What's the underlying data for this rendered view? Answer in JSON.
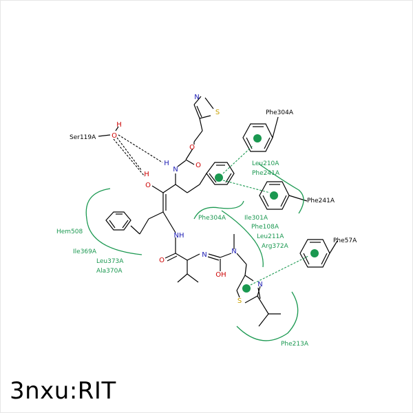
{
  "title": "3nxu:RIT",
  "colors": {
    "carbon": "#000000",
    "nitrogen": "#1a1ab3",
    "oxygen": "#cc0000",
    "sulfur": "#c8a000",
    "interaction": "#1a9850"
  },
  "atoms": {
    "n_thiazole_top": "N",
    "s_thiazole_top": "S",
    "o_carbamate_ether": "O",
    "o_carbamate_carbonyl": "O",
    "n_carbamate": "N",
    "h_carbamate": "H",
    "o_hydroxyl": "O",
    "h_hydroxyl": "H",
    "o_water": "O",
    "h_water": "H",
    "n_amide": "NH",
    "o_amide": "O",
    "n_urea": "N",
    "o_urea": "OH",
    "n_urea_methyl": "N",
    "n_thiazole_bottom": "N",
    "s_thiazole_bottom": "S"
  },
  "residues": {
    "ser119": "Ser119A",
    "phe304_top": "Phe304A",
    "phe241_right": "Phe241A",
    "phe57": "Phe57A",
    "leu210": "Leu210A",
    "phe241_green": "Phe241A",
    "hem508": "Hem508",
    "ile369": "Ile369A",
    "leu373": "Leu373A",
    "ala370": "Ala370A",
    "phe304_green": "Phe304A",
    "ile301": "Ile301A",
    "phe108": "Phe108A",
    "leu211": "Leu211A",
    "arg372": "Arg372A",
    "phe213": "Phe213A"
  }
}
